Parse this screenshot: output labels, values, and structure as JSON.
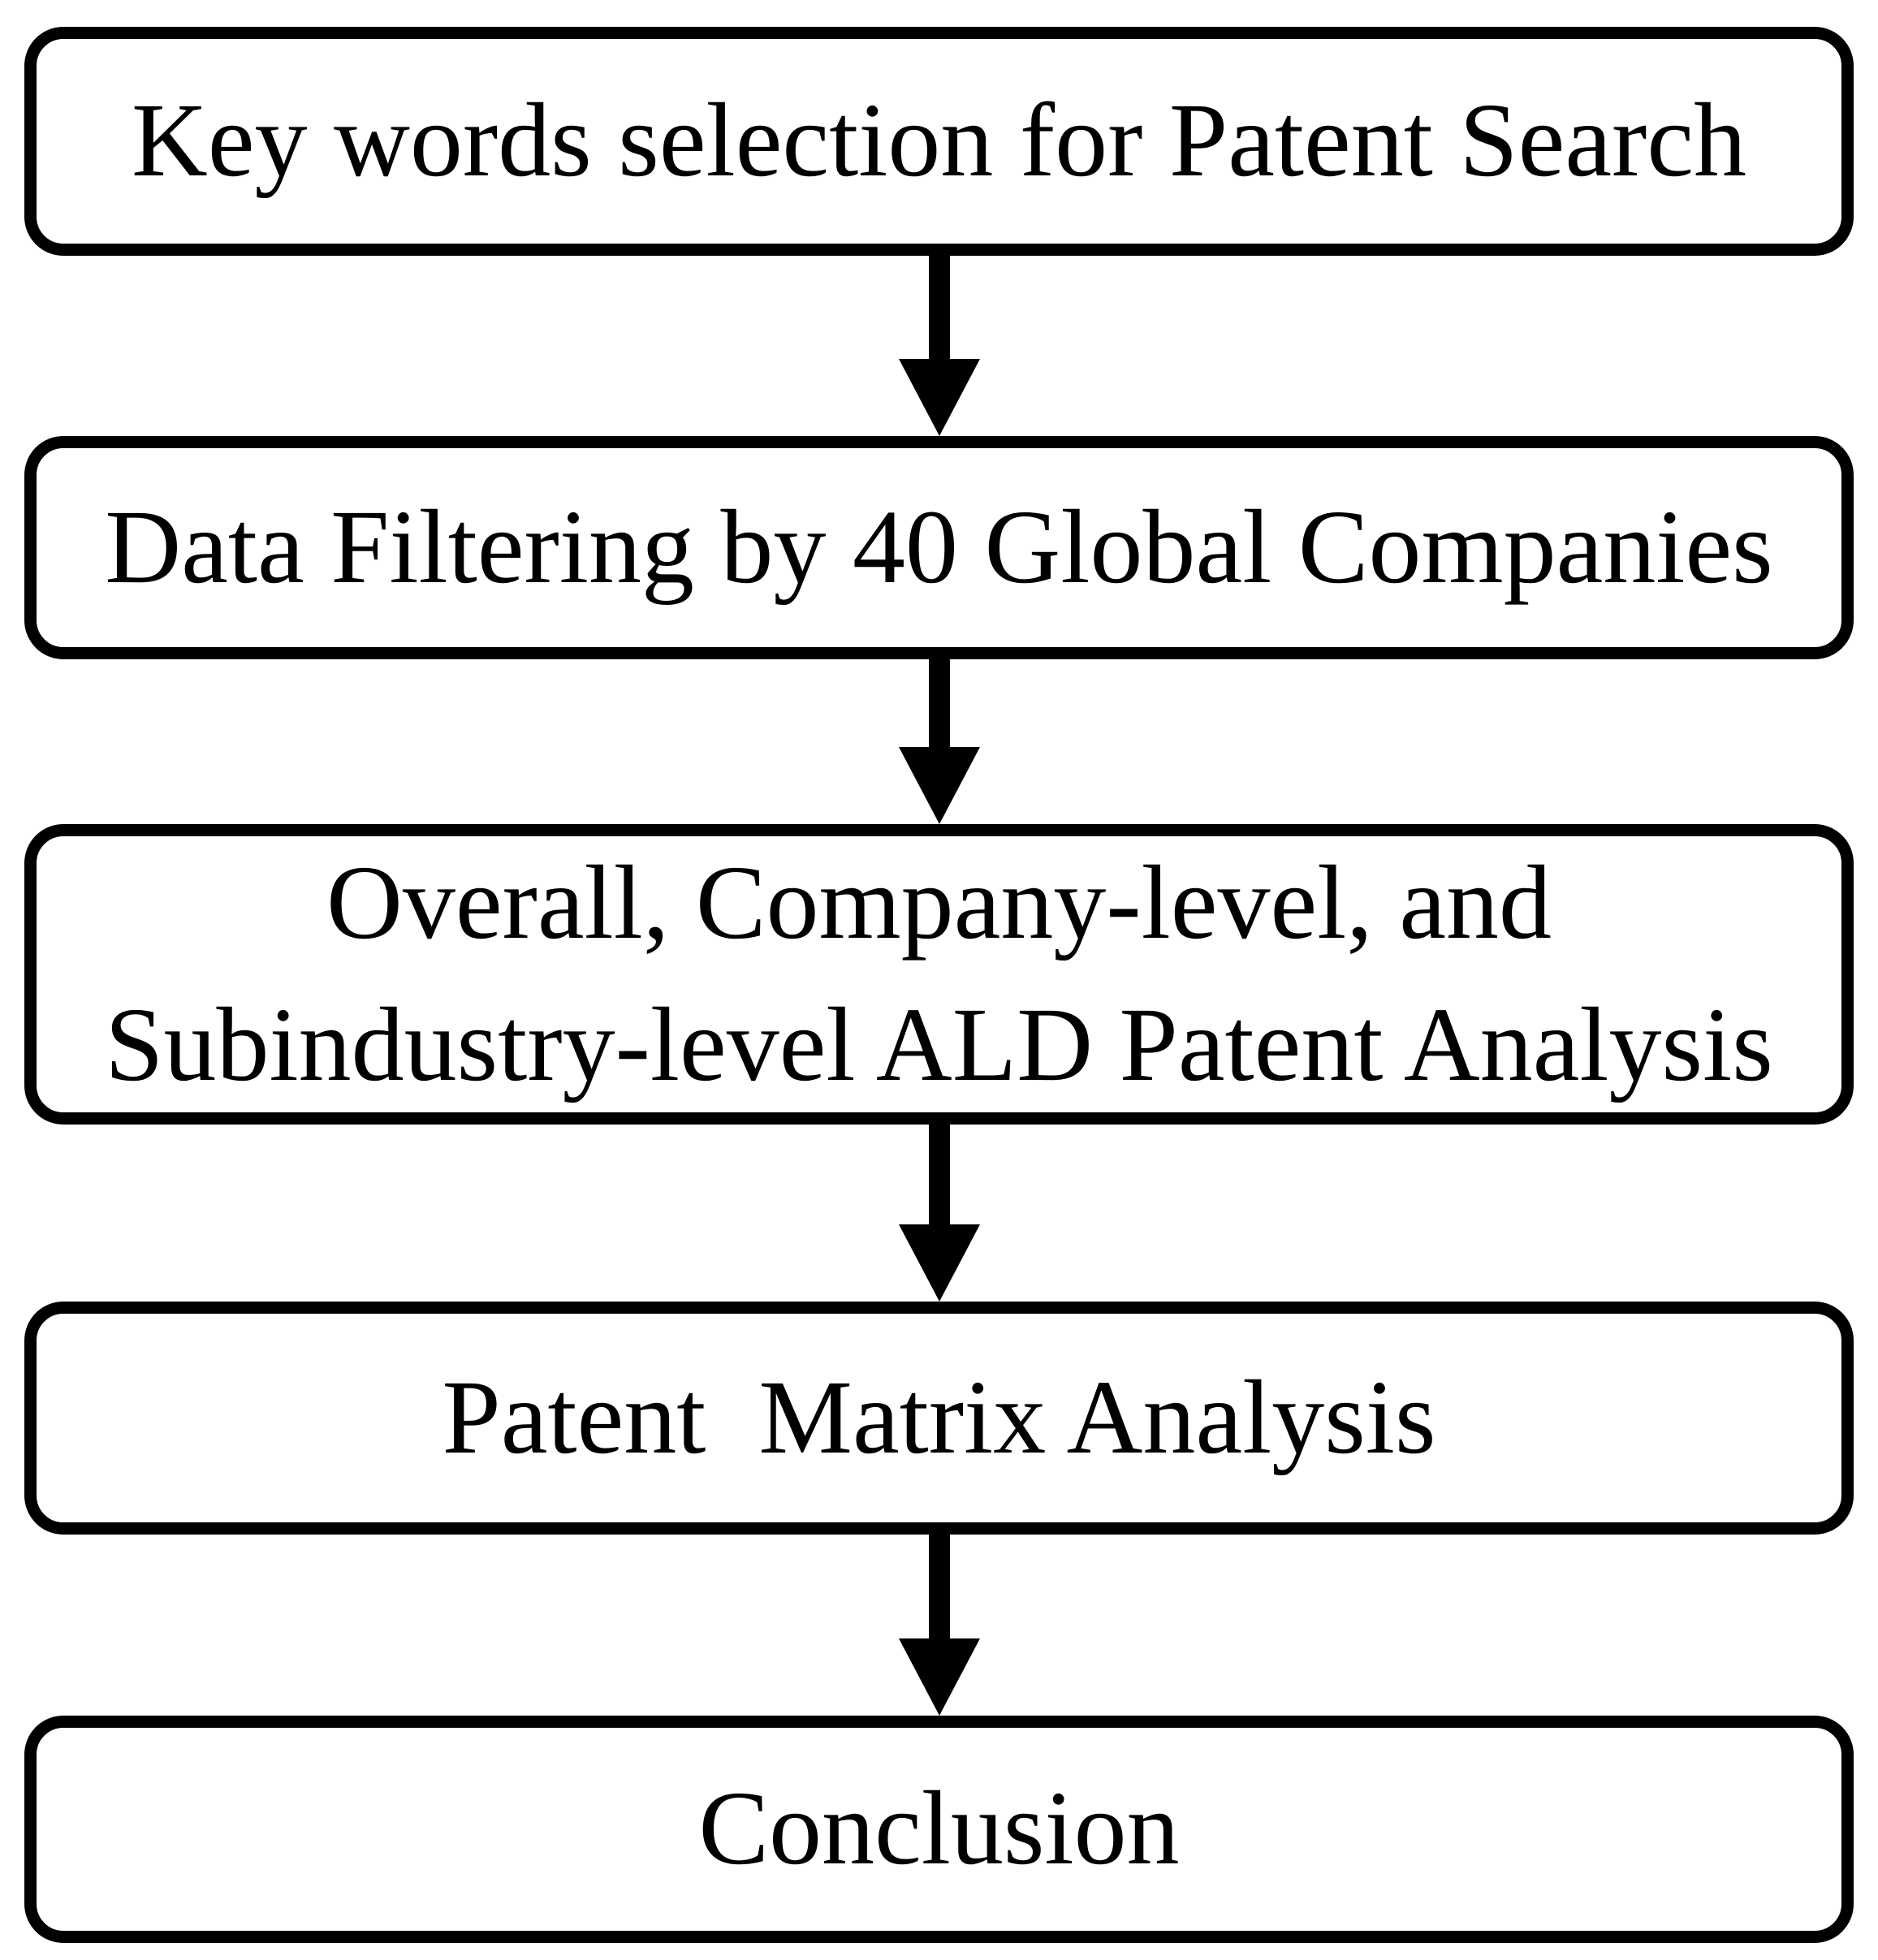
{
  "diagram": {
    "type": "flowchart",
    "direction": "top-down",
    "steps": [
      {
        "label": "Key words selection for Patent Search"
      },
      {
        "label": "Data Filtering by 40 Global Companies"
      },
      {
        "label": "Overall, Company-level, and\nSubindustry-level ALD Patent Analysis"
      },
      {
        "label": "Patent  Matrix Analysis"
      },
      {
        "label": "Conclusion"
      }
    ],
    "connectors": [
      {
        "from": 0,
        "to": 1,
        "shape": "down-arrow"
      },
      {
        "from": 1,
        "to": 2,
        "shape": "down-arrow"
      },
      {
        "from": 2,
        "to": 3,
        "shape": "down-arrow"
      },
      {
        "from": 3,
        "to": 4,
        "shape": "down-arrow"
      }
    ],
    "colors": {
      "border": "#000000",
      "text": "#000000",
      "arrow": "#000000",
      "background": "#ffffff"
    }
  }
}
